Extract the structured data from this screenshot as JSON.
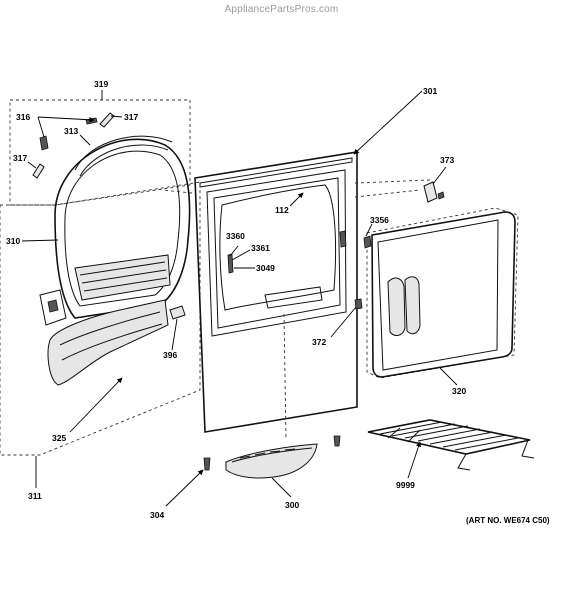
{
  "watermark": "AppliancePartsPros.com",
  "art_number": "(ART NO. WE674 C50)",
  "callouts": {
    "c319": "319",
    "c316": "316",
    "c317a": "317",
    "c313": "313",
    "c317b": "317",
    "c310": "310",
    "c301": "301",
    "c373": "373",
    "c112": "112",
    "c3356": "3356",
    "c3360": "3360",
    "c3361": "3361",
    "c3049": "3049",
    "c372": "372",
    "c396": "396",
    "c320": "320",
    "c325": "325",
    "c311": "311",
    "c9999": "9999",
    "c304": "304",
    "c300": "300"
  }
}
